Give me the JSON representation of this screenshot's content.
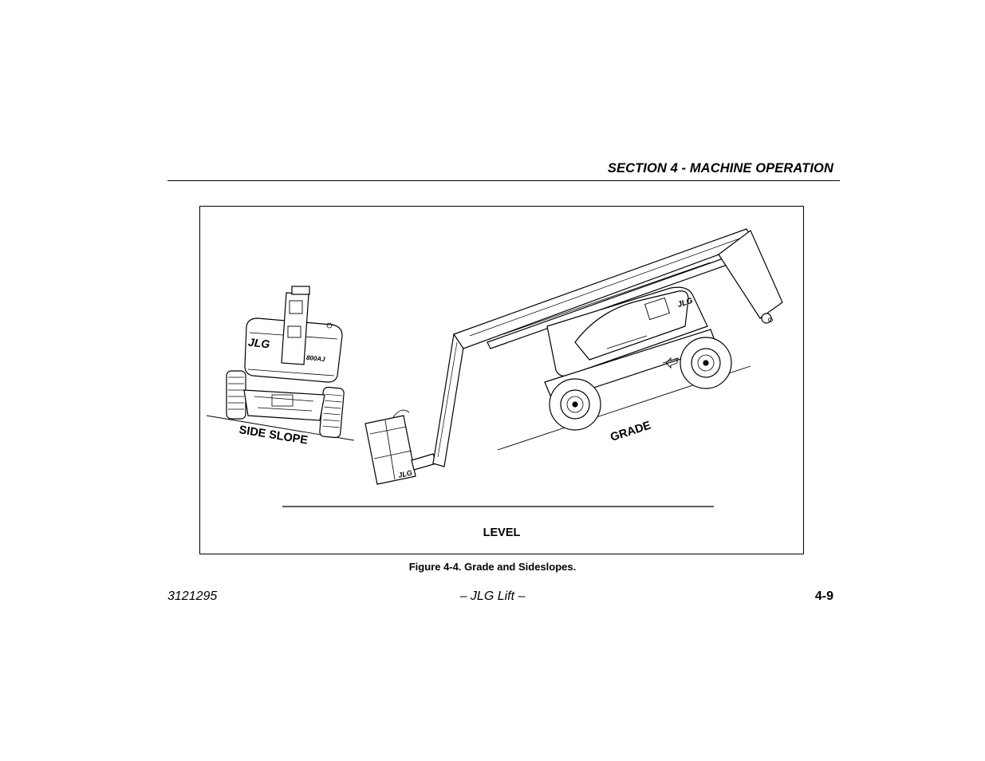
{
  "header": {
    "section_title": "SECTION 4 - MACHINE OPERATION"
  },
  "figure": {
    "labels": {
      "side_slope": "SIDE SLOPE",
      "grade": "GRADE",
      "level": "LEVEL"
    },
    "brand_marks": {
      "logo": "JLG",
      "model": "800AJ"
    },
    "caption": "Figure 4-4. Grade and Sideslopes."
  },
  "footer": {
    "doc_number": "3121295",
    "center_text": "– JLG Lift –",
    "page_number": "4-9"
  }
}
